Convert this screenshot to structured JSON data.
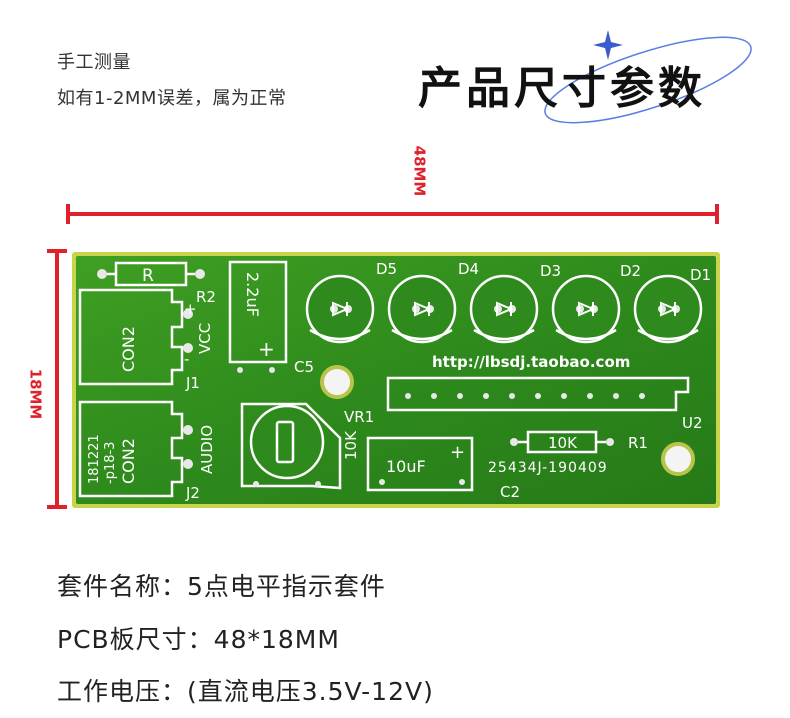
{
  "header": {
    "note_line1": "手工测量",
    "note_line2": "如有1-2MM误差，属为正常",
    "title": "产品尺寸参数"
  },
  "dimensions": {
    "width_label": "48MM",
    "height_label": "18MM"
  },
  "board": {
    "resistor_r2": "R",
    "r2_label": "R2",
    "cap_c5_value": "2.2uF",
    "cap_c5_label": "C5",
    "con1_text": "CON2",
    "vcc_text": "VCC",
    "j1_label": "J1",
    "con2_text": "CON2",
    "con2_code": "181221",
    "con2_sub": "-p18-3",
    "audio_text": "AUDIO",
    "j2_label": "J2",
    "vr1_label": "VR1",
    "vr1_value": "10K",
    "cap_c2_value": "10uF",
    "cap_c2_label": "C2",
    "r1_value": "10K",
    "r1_label": "R1",
    "u2_label": "U2",
    "url": "http://lbsdj.taobao.com",
    "serial": "25434J-190409",
    "leds": [
      "D5",
      "D4",
      "D3",
      "D2",
      "D1"
    ],
    "plus": "+",
    "minus": "-"
  },
  "specs": {
    "kit_name": "套件名称：5点电平指示套件",
    "pcb_size": "PCB板尺寸：48*18MM",
    "voltage": "工作电压：(直流电压3.5V-12V)"
  },
  "colors": {
    "pcb_green": "#2f8f1e",
    "pcb_edge": "#c8d44a",
    "dimension_red": "#e0202a",
    "silkscreen": "#ffffff"
  }
}
